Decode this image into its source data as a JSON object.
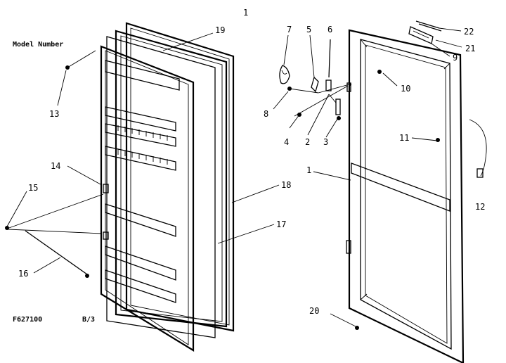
{
  "header": {
    "model_number_label": "Model Number",
    "diagram_code": "F627100",
    "page_ref": "B/3"
  },
  "callouts": [
    {
      "id": "c1-top",
      "text": "1"
    },
    {
      "id": "c19",
      "text": "19"
    },
    {
      "id": "c13",
      "text": "13"
    },
    {
      "id": "c14",
      "text": "14"
    },
    {
      "id": "c15",
      "text": "15"
    },
    {
      "id": "c16",
      "text": "16"
    },
    {
      "id": "c18",
      "text": "18"
    },
    {
      "id": "c17",
      "text": "17"
    },
    {
      "id": "c7",
      "text": "7"
    },
    {
      "id": "c5",
      "text": "5"
    },
    {
      "id": "c6",
      "text": "6"
    },
    {
      "id": "c8",
      "text": "8"
    },
    {
      "id": "c4",
      "text": "4"
    },
    {
      "id": "c2",
      "text": "2"
    },
    {
      "id": "c3",
      "text": "3"
    },
    {
      "id": "c22",
      "text": "22"
    },
    {
      "id": "c21",
      "text": "21"
    },
    {
      "id": "c9",
      "text": "9"
    },
    {
      "id": "c10",
      "text": "10"
    },
    {
      "id": "c11",
      "text": "11"
    },
    {
      "id": "c1-frame",
      "text": "1"
    },
    {
      "id": "c12",
      "text": "12"
    },
    {
      "id": "c20",
      "text": "20"
    }
  ]
}
